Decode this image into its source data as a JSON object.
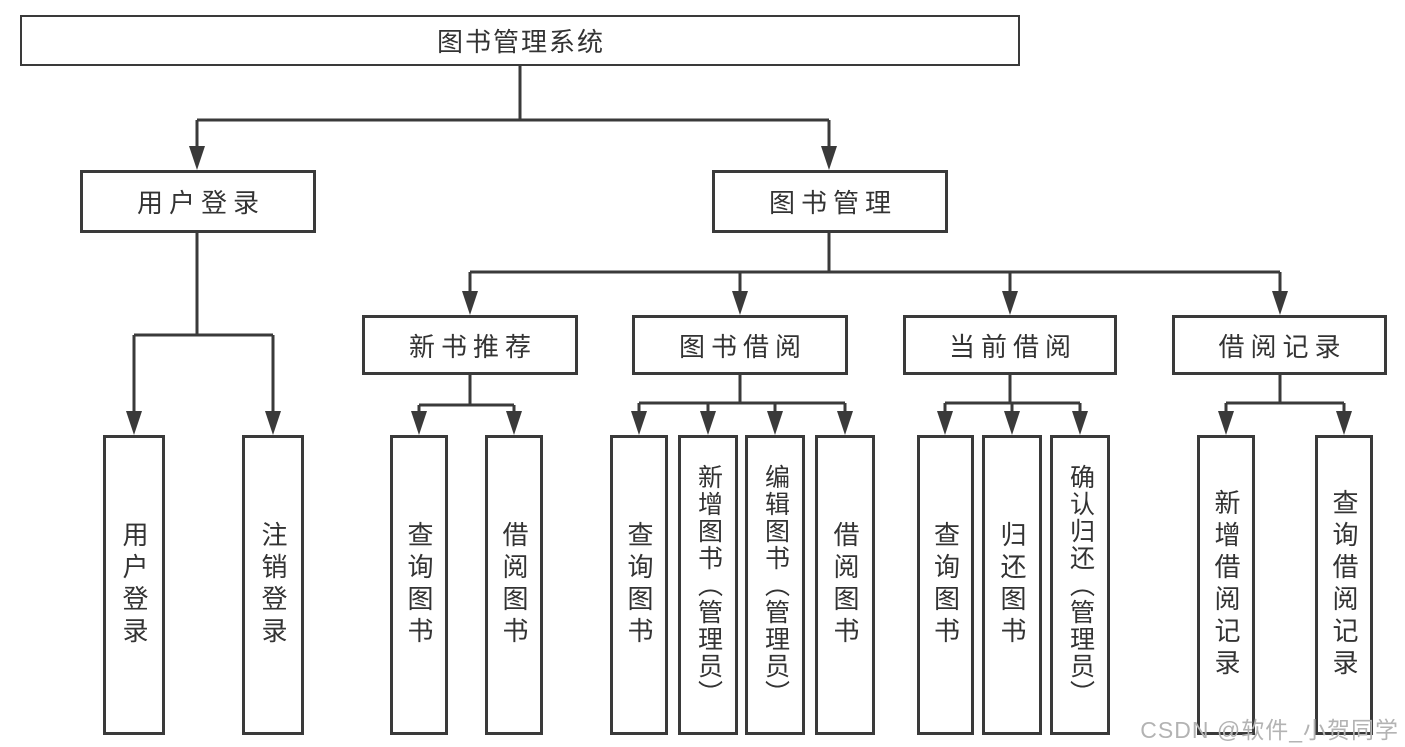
{
  "diagram": {
    "root": {
      "label": "图书管理系统"
    },
    "user_login": {
      "label": "用户登录",
      "children": [
        {
          "label": "用户登录"
        },
        {
          "label": "注销登录"
        }
      ]
    },
    "book_mgmt": {
      "label": "图书管理",
      "sections": [
        {
          "label": "新书推荐",
          "children": [
            {
              "label": "查询图书"
            },
            {
              "label": "借阅图书"
            }
          ]
        },
        {
          "label": "图书借阅",
          "children": [
            {
              "label": "查询图书"
            },
            {
              "label": "新增图书（管理员）"
            },
            {
              "label": "编辑图书（管理员）"
            },
            {
              "label": "借阅图书"
            }
          ]
        },
        {
          "label": "当前借阅",
          "children": [
            {
              "label": "查询图书"
            },
            {
              "label": "归还图书"
            },
            {
              "label": "确认归还（管理员）"
            }
          ]
        },
        {
          "label": "借阅记录",
          "children": [
            {
              "label": "新增借阅记录"
            },
            {
              "label": "查询借阅记录"
            }
          ]
        }
      ]
    },
    "colors": {
      "line": "#3a3a3a",
      "text": "#333333",
      "watermark": "#b3b3b3"
    },
    "watermark": "CSDN @软件_小贺同学"
  }
}
